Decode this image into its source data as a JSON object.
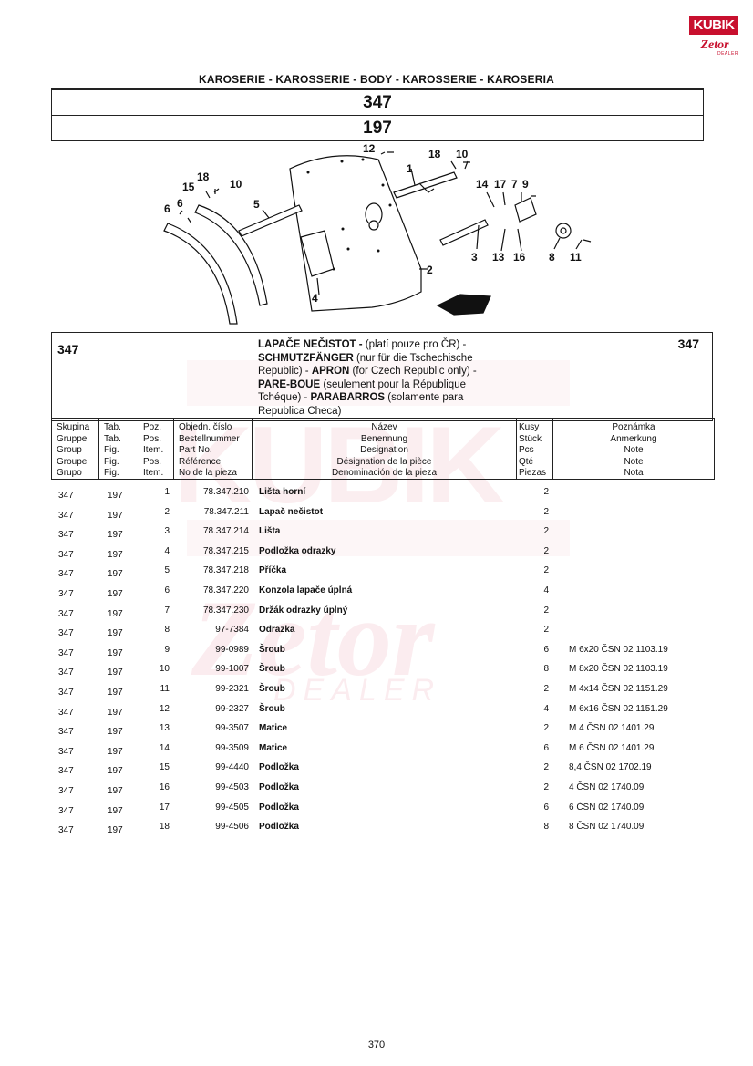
{
  "logo": {
    "brand": "KUBIK",
    "sub": "Zetor",
    "tag": "DEALER"
  },
  "watermark": {
    "brand": "KUBIK",
    "sub": "Zetor",
    "tag": "DEALER"
  },
  "section_title": "KAROSERIE - KAROSSERIE - BODY - KAROSSERIE - KAROSERIA",
  "group_numbers": [
    "347",
    "197"
  ],
  "diagram": {
    "callouts": [
      "12",
      "18",
      "10",
      "1",
      "15",
      "18",
      "10",
      "5",
      "6",
      "6",
      "14",
      "17",
      "7",
      "9",
      "2",
      "3",
      "13",
      "16",
      "8",
      "11",
      "4"
    ]
  },
  "group_info": {
    "group_left": "347",
    "group_right": "347",
    "desc": [
      {
        "b": "LAPAČE NEČISTOT - ",
        "n": "(platí pouze pro ČR) -"
      },
      {
        "b": "SCHMUTZFÄNGER ",
        "n": "(nur für die Tschechische"
      },
      {
        "b": "",
        "n": "Republic) - "
      },
      {
        "b": "APRON ",
        "n": "(for Czech Republic only) -"
      },
      {
        "b": "PARE-BOUE ",
        "n": "(seulement pour la République"
      },
      {
        "b": "",
        "n": "Tchéque) - "
      },
      {
        "b": "PARABARROS ",
        "n": "(solamente para"
      },
      {
        "b": "",
        "n": "Republica Checa)"
      }
    ]
  },
  "headers": {
    "group": [
      "Skupina",
      "Gruppe",
      "Group",
      "Groupe",
      "Grupo"
    ],
    "tab": [
      "Tab.",
      "Tab.",
      "Fig.",
      "Fig.",
      "Fig."
    ],
    "pos": [
      "Poz.",
      "Pos.",
      "Item.",
      "Pos.",
      "Item."
    ],
    "part": [
      "Objedn. číslo",
      "Bestellnummer",
      "Part No.",
      "Référence",
      "No de la pieza"
    ],
    "name": [
      "Název",
      "Benennung",
      "Designation",
      "Désignation de la pièce",
      "Denominación de la pieza"
    ],
    "qty": [
      "Kusy",
      "Stück",
      "Pcs",
      "Qté",
      "Piezas"
    ],
    "note": [
      "Poznámka",
      "Anmerkung",
      "Note",
      "Note",
      "Nota"
    ]
  },
  "rows": [
    {
      "group": "347",
      "tab": "197",
      "pos": "1",
      "part": "78.347.210",
      "name": "Lišta horní",
      "qty": "2",
      "note": ""
    },
    {
      "group": "347",
      "tab": "197",
      "pos": "2",
      "part": "78.347.211",
      "name": "Lapač nečistot",
      "qty": "2",
      "note": ""
    },
    {
      "group": "347",
      "tab": "197",
      "pos": "3",
      "part": "78.347.214",
      "name": "Lišta",
      "qty": "2",
      "note": ""
    },
    {
      "group": "347",
      "tab": "197",
      "pos": "4",
      "part": "78.347.215",
      "name": "Podložka odrazky",
      "qty": "2",
      "note": ""
    },
    {
      "group": "347",
      "tab": "197",
      "pos": "5",
      "part": "78.347.218",
      "name": "Příčka",
      "qty": "2",
      "note": ""
    },
    {
      "group": "347",
      "tab": "197",
      "pos": "6",
      "part": "78.347.220",
      "name": "Konzola lapače úplná",
      "qty": "4",
      "note": ""
    },
    {
      "group": "347",
      "tab": "197",
      "pos": "7",
      "part": "78.347.230",
      "name": "Držák odrazky úplný",
      "qty": "2",
      "note": ""
    },
    {
      "group": "347",
      "tab": "197",
      "pos": "8",
      "part": "97-7384",
      "name": "Odrazka",
      "qty": "2",
      "note": ""
    },
    {
      "group": "347",
      "tab": "197",
      "pos": "9",
      "part": "99-0989",
      "name": "Šroub",
      "qty": "6",
      "note": "M 6x20 ČSN 02 1103.19"
    },
    {
      "group": "347",
      "tab": "197",
      "pos": "10",
      "part": "99-1007",
      "name": "Šroub",
      "qty": "8",
      "note": "M 8x20 ČSN 02 1103.19"
    },
    {
      "group": "347",
      "tab": "197",
      "pos": "11",
      "part": "99-2321",
      "name": "Šroub",
      "qty": "2",
      "note": "M 4x14 ČSN 02 1151.29"
    },
    {
      "group": "347",
      "tab": "197",
      "pos": "12",
      "part": "99-2327",
      "name": "Šroub",
      "qty": "4",
      "note": "M 6x16 ČSN 02 1151.29"
    },
    {
      "group": "347",
      "tab": "197",
      "pos": "13",
      "part": "99-3507",
      "name": "Matice",
      "qty": "2",
      "note": "M 4 ČSN 02 1401.29"
    },
    {
      "group": "347",
      "tab": "197",
      "pos": "14",
      "part": "99-3509",
      "name": "Matice",
      "qty": "6",
      "note": "M 6 ČSN 02 1401.29"
    },
    {
      "group": "347",
      "tab": "197",
      "pos": "15",
      "part": "99-4440",
      "name": "Podložka",
      "qty": "2",
      "note": "8,4 ČSN 02 1702.19"
    },
    {
      "group": "347",
      "tab": "197",
      "pos": "16",
      "part": "99-4503",
      "name": "Podložka",
      "qty": "2",
      "note": "4 ČSN 02 1740.09"
    },
    {
      "group": "347",
      "tab": "197",
      "pos": "17",
      "part": "99-4505",
      "name": "Podložka",
      "qty": "6",
      "note": "6 ČSN 02 1740.09"
    },
    {
      "group": "347",
      "tab": "197",
      "pos": "18",
      "part": "99-4506",
      "name": "Podložka",
      "qty": "8",
      "note": "8 ČSN 02 1740.09"
    }
  ],
  "page_number": "370"
}
